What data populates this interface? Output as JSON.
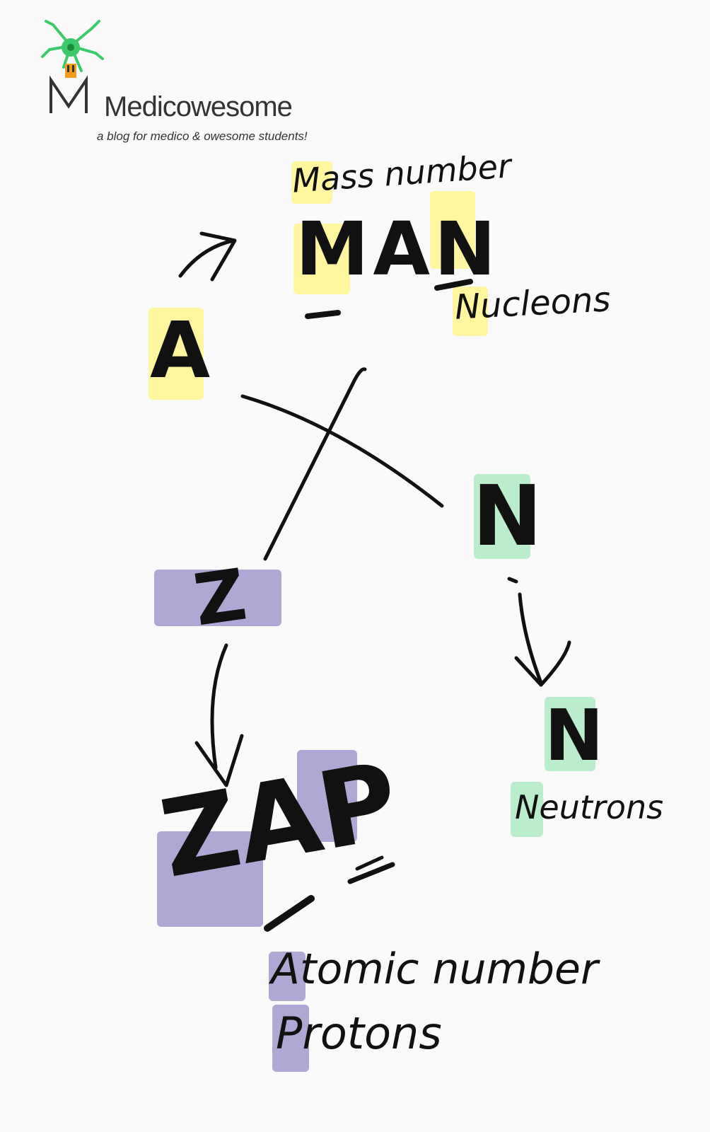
{
  "logo": {
    "name": "Medicowesome",
    "tagline": "a blog for medico & owesome students!"
  },
  "labels": {
    "mass_number": "Mass number",
    "man": "MAN",
    "nucleons": "Nucleons",
    "a": "A",
    "n_upper": "N",
    "n_lower": "N",
    "neutrons": "Neutrons",
    "z": "Z",
    "zap": "ZAP",
    "atomic_number": "Atomic number",
    "protons": "Protons"
  },
  "colors": {
    "highlight_yellow": "#fff582",
    "highlight_green": "#96e6b4",
    "highlight_purple": "#968cc8",
    "ink": "#111111"
  }
}
